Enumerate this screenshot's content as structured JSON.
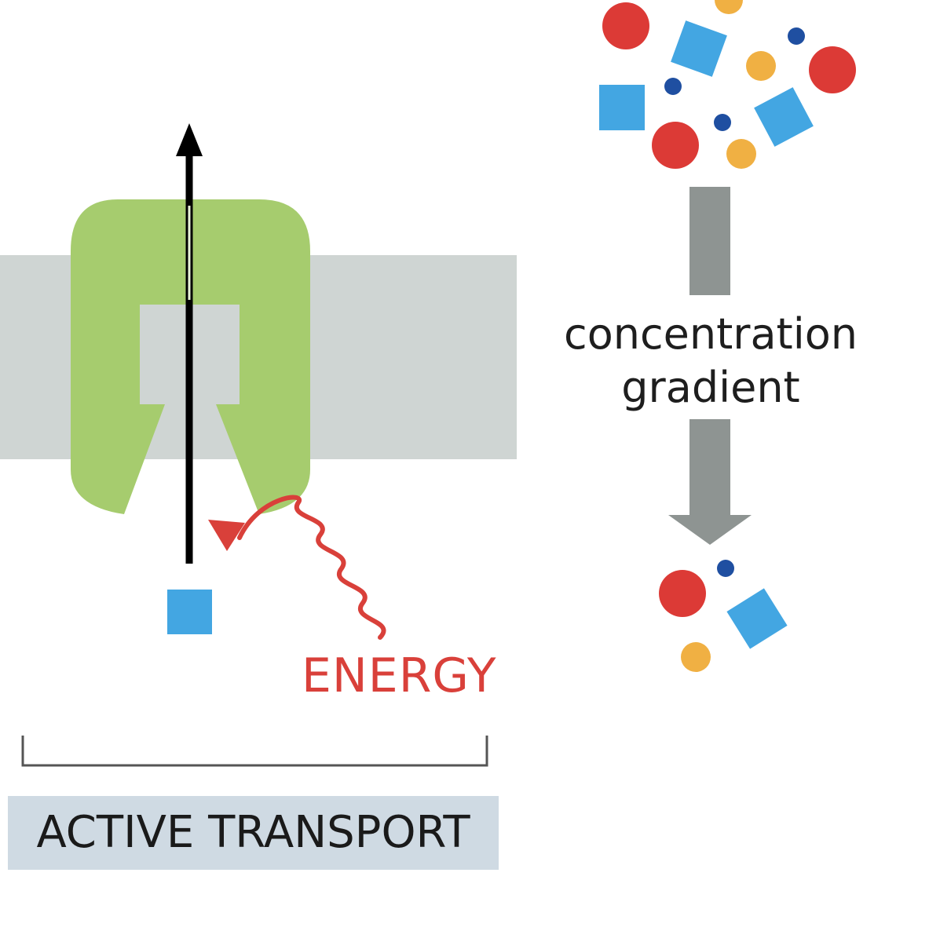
{
  "labels": {
    "energy": "ENERGY",
    "gradient_line1": "concentration",
    "gradient_line2": "gradient",
    "process": "ACTIVE TRANSPORT"
  },
  "colors": {
    "membrane": "#cfd5d3",
    "protein": "#a6cc6e",
    "solute_red": "#dc3a36",
    "solute_blue_square": "#43a6e2",
    "solute_orange": "#f0b043",
    "solute_navy": "#1f4fa1",
    "gradient_arrow": "#8e9492",
    "energy": "#d9403a",
    "label_box": "#cfdae3"
  },
  "icons": {
    "transport_arrow": "arrow-up-icon",
    "energy_arrow": "wavy-arrow-icon",
    "gradient_arrow": "arrow-down-icon"
  }
}
